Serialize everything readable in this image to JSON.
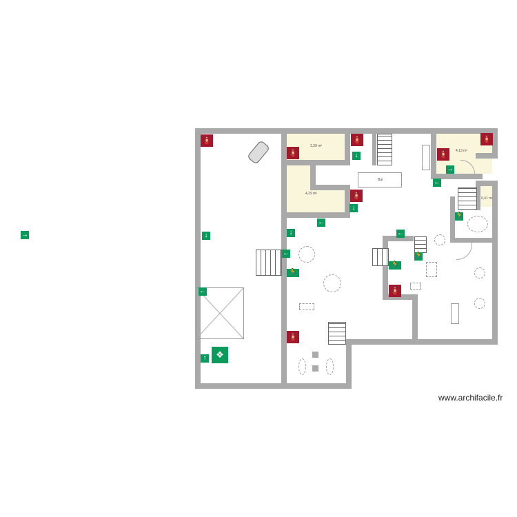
{
  "plan": {
    "rooms": [
      {
        "area": "3,39 m²"
      },
      {
        "area": "4,29 m²"
      },
      {
        "area": "4,13 m²"
      },
      {
        "area": "0,41 m²"
      }
    ],
    "bar_label": "Bar",
    "colors": {
      "wall": "#a9a9a9",
      "room_fill": "#f9f6dc",
      "extinguisher": "#a3182c",
      "exit_sign": "#0a9a5b"
    }
  },
  "watermark": "www.archifacile.fr"
}
